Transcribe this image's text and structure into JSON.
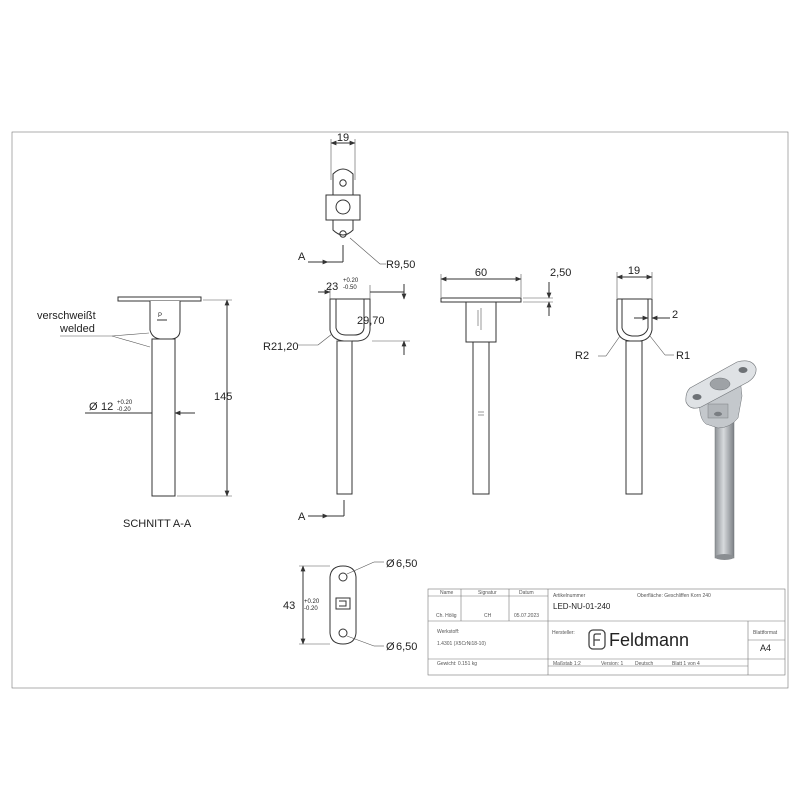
{
  "dimensions": {
    "top_width": "19",
    "top_radius": "R9,50",
    "sec_width": "23",
    "sec_tol_plus": "+0.20",
    "sec_tol_minus": "-0.50",
    "sec_height": "29,70",
    "sec_radius": "R21,20",
    "side_width": "60",
    "side_thickness": "2,50",
    "right_width": "19",
    "right_gap": "2",
    "right_r2": "R2",
    "right_r1": "R1",
    "length": "145",
    "diameter": "12",
    "dia_tol_plus": "+0.20",
    "dia_tol_minus": "-0.20",
    "bottom_height": "43",
    "bottom_tol_plus": "+0.20",
    "bottom_tol_minus": "-0.20",
    "hole_top": "6,50",
    "hole_bottom": "6,50",
    "diameter_symbol": "Ø"
  },
  "labels": {
    "section_marker": "A",
    "section_marker_bottom": "A",
    "weld_de": "verschweißt",
    "weld_en": "welded",
    "section_title": "SCHNITT A-A"
  },
  "title_block": {
    "col_name": "Name",
    "col_signature": "Signatur",
    "col_date": "Datum",
    "name": "Ch. Hölig",
    "signature": "CH",
    "date": "05.07.2023",
    "article_label": "Artikelnummer",
    "surface": "Oberfläche: Geschliffen Korn 240",
    "article_number": "LED-NU-01-240",
    "material_label": "Werkstoff:",
    "material": "1.4301 (X5CrNi18-10)",
    "weight": "Gewicht: 0.151 kg",
    "manufacturer_label": "Hersteller:",
    "brand": "Feldmann",
    "sheet_format_label": "Blattformat",
    "sheet_format": "A4",
    "scale": "Maßstab 1:2",
    "version": "Version: 1",
    "language": "Deutsch",
    "sheet": "Blatt 1 von 4"
  },
  "colors": {
    "line": "#333333",
    "hatch": "#555555",
    "render_metal": "#b8bcc0"
  }
}
